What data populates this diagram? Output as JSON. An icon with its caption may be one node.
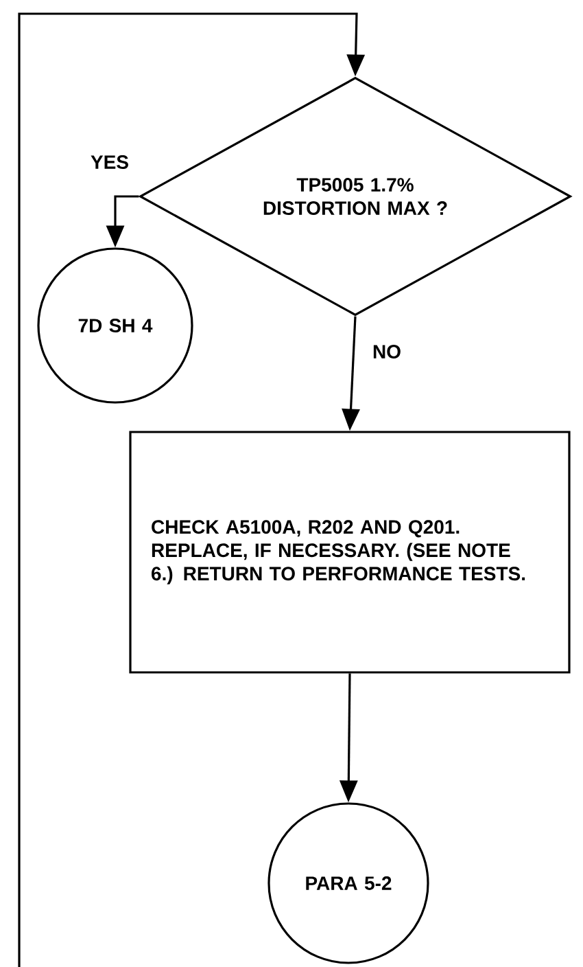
{
  "diagram": {
    "nodes": [
      {
        "text": [
          "TP5005 1.7% DISTORTION MAX ?"
        ]
      },
      {
        "text": [
          "7D SH 4"
        ]
      },
      {
        "text": [
          "CHECK A5100A, R202 AND Q201. REPLACE, IF NECESSARY. (SEE NOTE 6.) RETURN TO PERFORMANCE TESTS."
        ]
      },
      {
        "text": [
          "PARA 5-2"
        ]
      }
    ],
    "edges": [
      {
        "from": null,
        "to": 0,
        "arrow": "to"
      },
      {
        "from": 0,
        "to": 1,
        "arrow": "to",
        "label": "YES"
      },
      {
        "from": 0,
        "to": 2,
        "arrow": "to",
        "label": "NO"
      },
      {
        "from": 2,
        "to": 3,
        "arrow": "to"
      }
    ]
  }
}
